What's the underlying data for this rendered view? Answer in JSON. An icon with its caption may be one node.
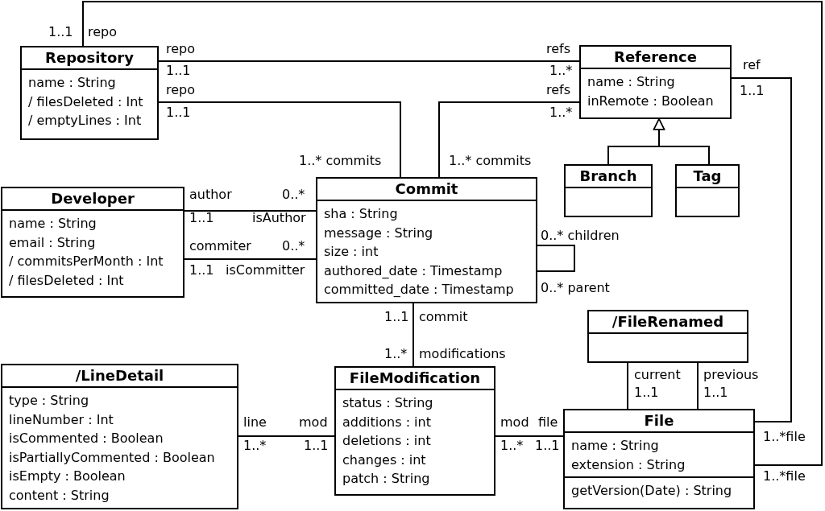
{
  "diagram": {
    "nodes": [
      {
        "text": [
          "Repository",
          "name : String",
          "/ filesDeleted : Int",
          "/ emptyLines : Int"
        ]
      },
      {
        "text": [
          "Reference",
          "name : String",
          "inRemote : Boolean"
        ]
      },
      {
        "text": [
          "Developer",
          "name : String",
          "email : String",
          "/ commitsPerMonth : Int",
          "/ filesDeleted : Int"
        ]
      },
      {
        "text": [
          "Commit",
          "sha : String",
          "message : String",
          "size : int",
          "authored_date : Timestamp",
          "committed_date : Timestamp"
        ]
      },
      {
        "text": [
          "Branch"
        ]
      },
      {
        "text": [
          "Tag"
        ]
      },
      {
        "text": [
          "/FileRenamed"
        ]
      },
      {
        "text": [
          "/LineDetail",
          "type : String",
          "lineNumber : Int",
          "isCommented : Boolean",
          "isPartiallyCommented : Boolean",
          "isEmpty : Boolean",
          "content : String"
        ]
      },
      {
        "text": [
          "FileModification",
          "status : String",
          "additions : int",
          "deletions : int",
          "changes : int",
          "patch : String"
        ]
      },
      {
        "text": [
          "File",
          "name : String",
          "extension : String",
          "getVersion(Date) : String"
        ]
      }
    ],
    "edges": [
      {
        "from": 0,
        "to": 9,
        "arrow": "none"
      },
      {
        "from": 0,
        "to": 1,
        "arrow": "none"
      },
      {
        "from": 0,
        "to": 3,
        "arrow": "none"
      },
      {
        "from": 3,
        "to": 1,
        "arrow": "none"
      },
      {
        "from": 4,
        "to": 1,
        "arrow": "to"
      },
      {
        "from": 5,
        "to": 1,
        "arrow": "to"
      },
      {
        "from": 2,
        "to": 3,
        "arrow": "none"
      },
      {
        "from": 2,
        "to": 3,
        "arrow": "none"
      },
      {
        "from": 3,
        "to": 3,
        "arrow": "none"
      },
      {
        "from": 3,
        "to": 8,
        "arrow": "none"
      },
      {
        "from": 7,
        "to": 8,
        "arrow": "none"
      },
      {
        "from": 8,
        "to": 9,
        "arrow": "none"
      },
      {
        "from": 6,
        "to": 9,
        "arrow": "none"
      },
      {
        "from": 6,
        "to": 9,
        "arrow": "none"
      },
      {
        "from": 1,
        "to": 9,
        "arrow": "none"
      }
    ],
    "labels": [
      "1..1",
      "repo",
      "repo",
      "refs",
      "ref",
      "1..1",
      "1..*",
      "repo",
      "refs",
      "1..1",
      "1..1",
      "1..*",
      "1..* commits",
      "1..* commits",
      "author",
      "0..*",
      "1..1",
      "isAuthor",
      "0..* children",
      "commiter",
      "0..*",
      "1..1",
      "isCommitter",
      "0..* parent",
      "1..1",
      "commit",
      "1..*",
      "modifications",
      "current",
      "previous",
      "1..1",
      "1..1",
      "line",
      "mod",
      "mod",
      "file",
      "1..*",
      "1..1",
      "1..*",
      "1..1",
      "1..*file",
      "1..*file"
    ]
  }
}
